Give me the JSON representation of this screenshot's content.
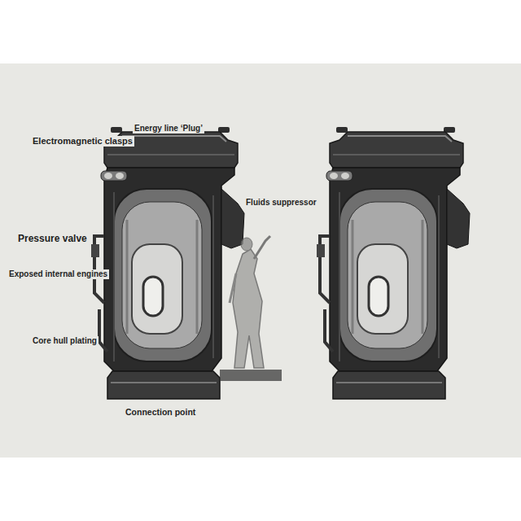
{
  "diagram": {
    "labels": [
      "Energy line ‘Plug’",
      "Electromagnetic clasps",
      "Fluids suppressor",
      "Pressure valve",
      "Exposed internal engines",
      "Core hull plating",
      "Connection point"
    ]
  }
}
